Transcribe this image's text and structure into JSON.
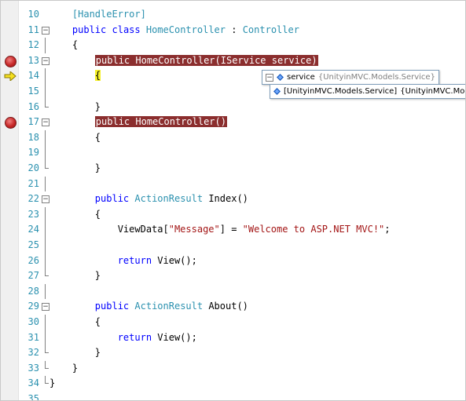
{
  "editor": {
    "lines": [
      {
        "num": "10",
        "segments": [
          {
            "text": "    [HandleError]",
            "cls": "ty"
          }
        ]
      },
      {
        "num": "11",
        "segments": [
          {
            "text": "    ",
            "cls": ""
          },
          {
            "text": "public",
            "cls": "kw"
          },
          {
            "text": " ",
            "cls": ""
          },
          {
            "text": "class",
            "cls": "kw"
          },
          {
            "text": " ",
            "cls": ""
          },
          {
            "text": "HomeController",
            "cls": "ty"
          },
          {
            "text": " : ",
            "cls": ""
          },
          {
            "text": "Controller",
            "cls": "ty"
          }
        ]
      },
      {
        "num": "12",
        "segments": [
          {
            "text": "    {",
            "cls": ""
          }
        ]
      },
      {
        "num": "13",
        "segments": [
          {
            "text": "        ",
            "cls": ""
          },
          {
            "text": "public HomeController(IService service)",
            "cls": "bp-hl"
          }
        ]
      },
      {
        "num": "14",
        "segments": [
          {
            "text": "        ",
            "cls": ""
          },
          {
            "text": "{",
            "cls": "cur-hl"
          }
        ]
      },
      {
        "num": "15",
        "segments": [
          {
            "text": "",
            "cls": ""
          }
        ]
      },
      {
        "num": "16",
        "segments": [
          {
            "text": "        }",
            "cls": ""
          }
        ]
      },
      {
        "num": "17",
        "segments": [
          {
            "text": "        ",
            "cls": ""
          },
          {
            "text": "public HomeController()",
            "cls": "bp-hl"
          }
        ]
      },
      {
        "num": "18",
        "segments": [
          {
            "text": "        {",
            "cls": ""
          }
        ]
      },
      {
        "num": "19",
        "segments": [
          {
            "text": "",
            "cls": ""
          }
        ]
      },
      {
        "num": "20",
        "segments": [
          {
            "text": "        }",
            "cls": ""
          }
        ]
      },
      {
        "num": "21",
        "segments": [
          {
            "text": "",
            "cls": ""
          }
        ]
      },
      {
        "num": "22",
        "segments": [
          {
            "text": "        ",
            "cls": ""
          },
          {
            "text": "public",
            "cls": "kw"
          },
          {
            "text": " ",
            "cls": ""
          },
          {
            "text": "ActionResult",
            "cls": "ty"
          },
          {
            "text": " Index()",
            "cls": ""
          }
        ]
      },
      {
        "num": "23",
        "segments": [
          {
            "text": "        {",
            "cls": ""
          }
        ]
      },
      {
        "num": "24",
        "segments": [
          {
            "text": "            ViewData[",
            "cls": ""
          },
          {
            "text": "\"Message\"",
            "cls": "str"
          },
          {
            "text": "] = ",
            "cls": ""
          },
          {
            "text": "\"Welcome to ASP.NET MVC!\"",
            "cls": "str"
          },
          {
            "text": ";",
            "cls": ""
          }
        ]
      },
      {
        "num": "25",
        "segments": [
          {
            "text": "",
            "cls": ""
          }
        ]
      },
      {
        "num": "26",
        "segments": [
          {
            "text": "            ",
            "cls": ""
          },
          {
            "text": "return",
            "cls": "kw"
          },
          {
            "text": " View();",
            "cls": ""
          }
        ]
      },
      {
        "num": "27",
        "segments": [
          {
            "text": "        }",
            "cls": ""
          }
        ]
      },
      {
        "num": "28",
        "segments": [
          {
            "text": "",
            "cls": ""
          }
        ]
      },
      {
        "num": "29",
        "segments": [
          {
            "text": "        ",
            "cls": ""
          },
          {
            "text": "public",
            "cls": "kw"
          },
          {
            "text": " ",
            "cls": ""
          },
          {
            "text": "ActionResult",
            "cls": "ty"
          },
          {
            "text": " About()",
            "cls": ""
          }
        ]
      },
      {
        "num": "30",
        "segments": [
          {
            "text": "        {",
            "cls": ""
          }
        ]
      },
      {
        "num": "31",
        "segments": [
          {
            "text": "            ",
            "cls": ""
          },
          {
            "text": "return",
            "cls": "kw"
          },
          {
            "text": " View();",
            "cls": ""
          }
        ]
      },
      {
        "num": "32",
        "segments": [
          {
            "text": "        }",
            "cls": ""
          }
        ]
      },
      {
        "num": "33",
        "segments": [
          {
            "text": "    }",
            "cls": ""
          }
        ]
      },
      {
        "num": "34",
        "segments": [
          {
            "text": "}",
            "cls": ""
          }
        ]
      },
      {
        "num": "35",
        "segments": [
          {
            "text": "",
            "cls": ""
          }
        ]
      }
    ],
    "breakpoint_lines": [
      "13",
      "17"
    ],
    "current_line": "14",
    "colors": {
      "keyword": "#0000ff",
      "type": "#2b91af",
      "string": "#a31515",
      "breakpoint_highlight": "#8b2e2e",
      "current_statement": "#f5f028",
      "line_number": "#2b91af"
    }
  },
  "datatip": {
    "name": "service",
    "value": "{UnityinMVC.Models.Service}",
    "child_type": "[UnityinMVC.Models.Service]",
    "child_value": "{UnityinMVC.Models.Service}",
    "icon": "field-diamond-icon",
    "expander": "minus-expander"
  }
}
